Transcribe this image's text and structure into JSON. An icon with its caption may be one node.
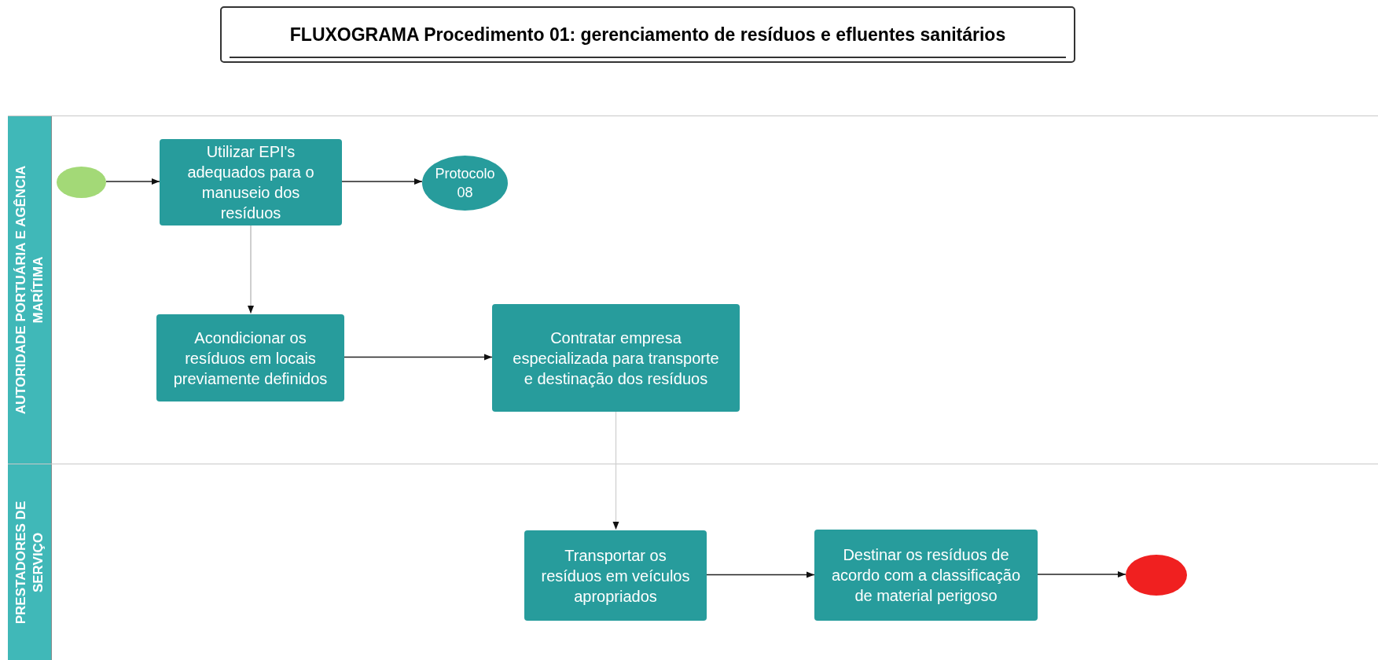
{
  "diagram": {
    "title": "FLUXOGRAMA Procedimento 01: gerenciamento de resíduos e efluentes sanitários",
    "nodes": [
      {
        "text": [
          "AUTORIDADE PORTUÁRIA E AGÊNCIA MARÍTIMA"
        ]
      },
      {
        "text": [],
        "shape": "circle",
        "in": 0
      },
      {
        "text": [
          "Utilizar EPI's adequados para o manuseio dos resíduos"
        ],
        "in": 0
      },
      {
        "text": [
          "Protocolo 08"
        ],
        "in": 0
      },
      {
        "text": [
          "Acondicionar os resíduos em locais previamente definidos"
        ],
        "in": 0
      },
      {
        "text": [
          "Contratar empresa especializada para transporte e destinação dos resíduos"
        ],
        "in": 0
      },
      {
        "text": [
          "PRESTADORES DE SERVIÇO"
        ]
      },
      {
        "text": [
          "Transportar os resíduos em veículos apropriados"
        ],
        "in": 6
      },
      {
        "text": [
          "Destinar os resíduos de acordo com a classificação de material perigoso"
        ],
        "in": 6
      },
      {
        "text": [],
        "shape": "circle",
        "in": 6
      }
    ],
    "edges": [
      {
        "from": 1,
        "to": 2,
        "arrow": "to"
      },
      {
        "from": 2,
        "to": 3,
        "arrow": "to"
      },
      {
        "from": 2,
        "to": 4,
        "arrow": "to",
        "color": "#b5b5b5"
      },
      {
        "from": 4,
        "to": 5,
        "arrow": "to"
      },
      {
        "from": 5,
        "to": 7,
        "arrow": "to",
        "color": "#d0d0d0"
      },
      {
        "from": 7,
        "to": 8,
        "arrow": "to"
      },
      {
        "from": 8,
        "to": 9,
        "arrow": "to"
      }
    ]
  }
}
